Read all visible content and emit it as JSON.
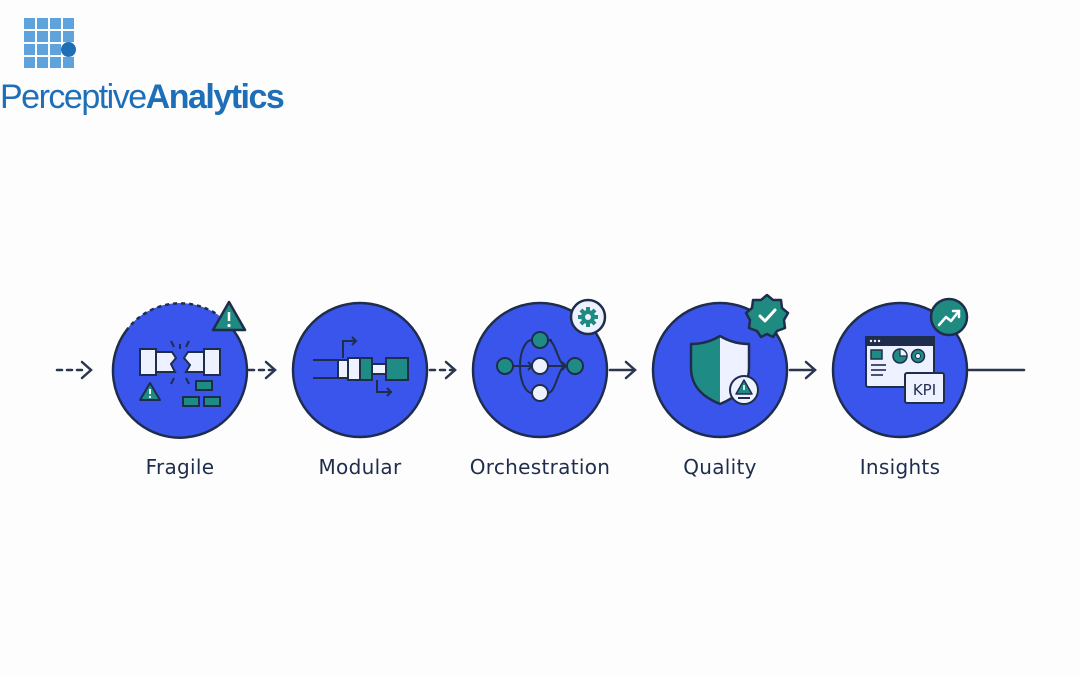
{
  "brand": {
    "name_light": "Perceptive",
    "name_bold": "Analytics",
    "colors": {
      "logo_blue": "#1e6fb8",
      "logo_light": "#5fa3dc"
    }
  },
  "diagram": {
    "colors": {
      "stage_fill": "#3a55ec",
      "outline": "#1f2d4d",
      "accent_teal": "#1e8c84",
      "badge_green": "#1f8a80",
      "connector": "#2a3550"
    },
    "stages": [
      {
        "label": "Fragile",
        "icon": "broken-pipe-icon",
        "badge": "warning-icon"
      },
      {
        "label": "Modular",
        "icon": "modular-blocks-icon",
        "badge": ""
      },
      {
        "label": "Orchestration",
        "icon": "workflow-nodes-icon",
        "badge": "gear-icon"
      },
      {
        "label": "Quality",
        "icon": "shield-icon",
        "badge": "checkmark-seal-icon"
      },
      {
        "label": "Insights",
        "icon": "dashboard-icon",
        "badge": "trend-up-icon",
        "kpi_text": "KPI"
      }
    ]
  }
}
